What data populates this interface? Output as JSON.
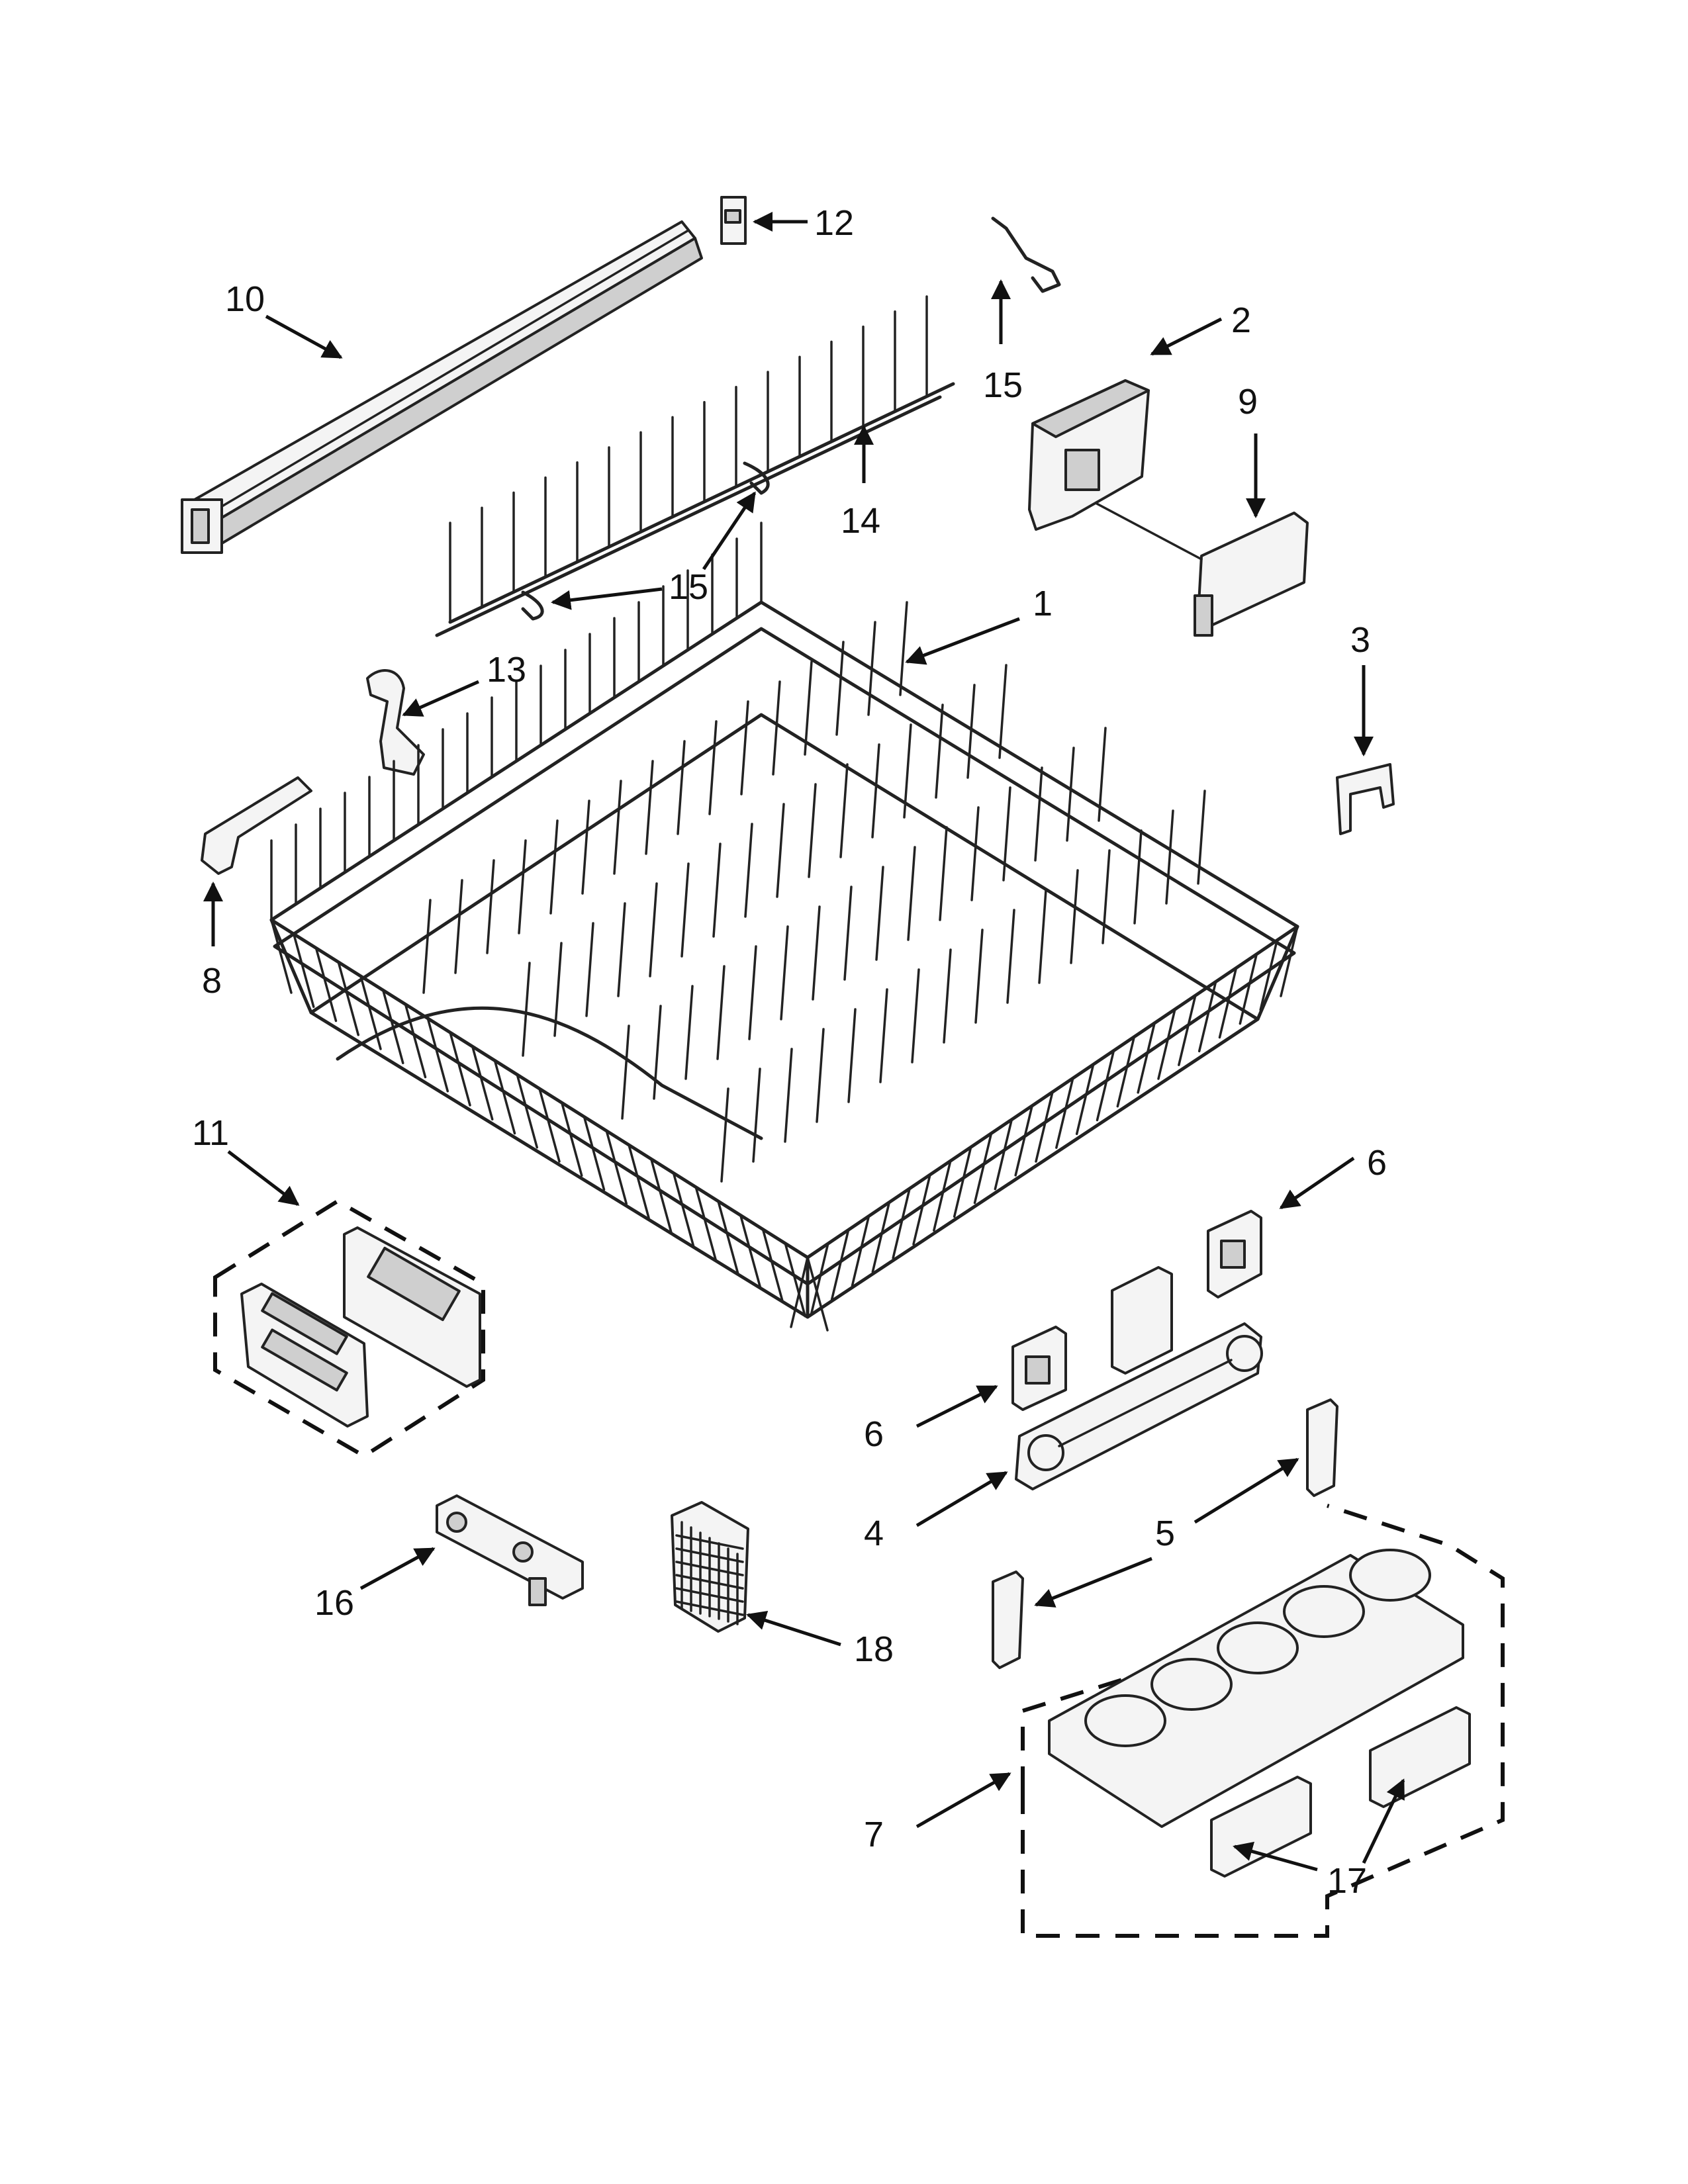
{
  "parts": [
    {
      "id": "part-1",
      "label": "1"
    },
    {
      "id": "part-2",
      "label": "2"
    },
    {
      "id": "part-3",
      "label": "3"
    },
    {
      "id": "part-4",
      "label": "4"
    },
    {
      "id": "part-5",
      "label": "5"
    },
    {
      "id": "part-6a",
      "label": "6"
    },
    {
      "id": "part-6b",
      "label": "6"
    },
    {
      "id": "part-7",
      "label": "7"
    },
    {
      "id": "part-8",
      "label": "8"
    },
    {
      "id": "part-9",
      "label": "9"
    },
    {
      "id": "part-10",
      "label": "10"
    },
    {
      "id": "part-11",
      "label": "11"
    },
    {
      "id": "part-12",
      "label": "12"
    },
    {
      "id": "part-13",
      "label": "13"
    },
    {
      "id": "part-14",
      "label": "14"
    },
    {
      "id": "part-15a",
      "label": "15"
    },
    {
      "id": "part-15b",
      "label": "15"
    },
    {
      "id": "part-16",
      "label": "16"
    },
    {
      "id": "part-17",
      "label": "17"
    },
    {
      "id": "part-18",
      "label": "18"
    }
  ]
}
